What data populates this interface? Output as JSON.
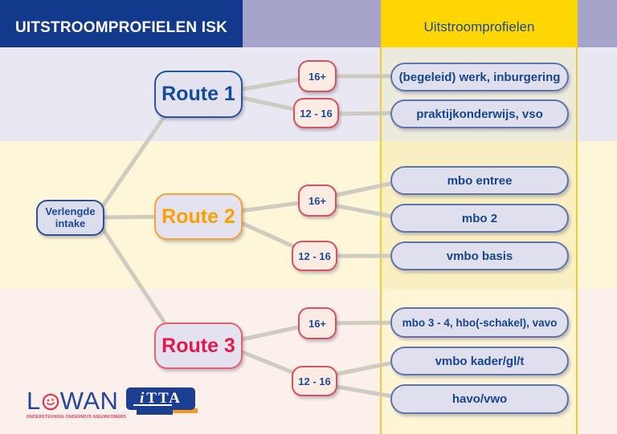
{
  "header": {
    "title": "UITSTROOMPROFIELEN ISK",
    "column_title": "Uitstroomprofielen"
  },
  "intake": {
    "line1": "Verlengde",
    "line2": "intake"
  },
  "routes": [
    {
      "label": "Route 1",
      "accent_color": "#164a9c",
      "ages": [
        {
          "label": "16+",
          "outcomes": [
            "(begeleid) werk, inburgering"
          ]
        },
        {
          "label": "12 - 16",
          "outcomes": [
            "praktijkonderwijs, vso"
          ]
        }
      ]
    },
    {
      "label": "Route 2",
      "accent_color": "#f6a200",
      "ages": [
        {
          "label": "16+",
          "outcomes": [
            "mbo entree",
            "mbo 2"
          ]
        },
        {
          "label": "12 - 16",
          "outcomes": [
            "vmbo basis"
          ]
        }
      ]
    },
    {
      "label": "Route 3",
      "accent_color": "#e2194a",
      "ages": [
        {
          "label": "16+",
          "outcomes": [
            "mbo 3 - 4, hbo(-schakel), vavo"
          ]
        },
        {
          "label": "12 - 16",
          "outcomes": [
            "vmbo kader/gl/t",
            "havo/vwo"
          ]
        }
      ]
    }
  ],
  "logos": {
    "lowan": {
      "letter_l": "L",
      "letters_wan": "WAN",
      "tagline": "ONDERSTEUNING ONDERWIJS NIEUWKOMERS",
      "red": "#e8344f",
      "blue": "#23479b"
    },
    "itta": {
      "i": "i",
      "tta": "TTA",
      "navy": "#1c3f94",
      "orange": "#f59a1d"
    }
  },
  "colors": {
    "header_navy": "#12398c",
    "band_purple": "#a5a3c9",
    "column_yellow": "#ffd602",
    "row1_bg": "#e9e8f2",
    "row2_bg": "#fdf6d9",
    "row3_bg": "#fbf0eb",
    "node_fill": "#e3e2ee",
    "age_fill": "#fcebe2",
    "age_border": "#d5525f",
    "outcome_border": "#5f74ab",
    "text_blue": "#17458f",
    "connector": "#c9c6bb"
  }
}
